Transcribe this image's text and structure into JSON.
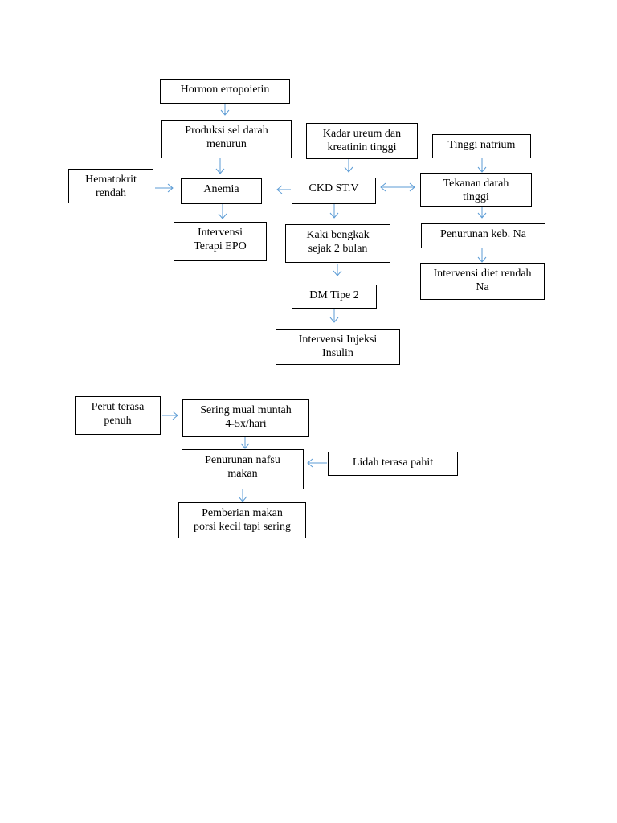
{
  "diagram": {
    "colors": {
      "arrow": "#5b9bd5",
      "box_border": "#000000",
      "text": "#000000"
    },
    "nodes": {
      "hormon": "Hormon ertopoietin",
      "produksi": "Produksi sel darah\nmenurun",
      "kadar": "Kadar ureum dan\nkreatinin tinggi",
      "tinggi_natrium": "Tinggi natrium",
      "hematokrit": "Hematokrit\nrendah",
      "anemia": "Anemia",
      "ckd": "CKD ST.V",
      "tekanan": "Tekanan darah\ntinggi",
      "terapi_epo": "Intervensi\nTerapi EPO",
      "kaki": "Kaki bengkak\nsejak 2 bulan",
      "penurunan_na": "Penurunan keb. Na",
      "diet": "Intervensi diet rendah\nNa",
      "dm": "DM Tipe 2",
      "insulin": "Intervensi Injeksi\nInsulin",
      "perut": "Perut terasa\npenuh",
      "mual": "Sering mual muntah\n4-5x/hari",
      "nafsu": "Penurunan nafsu\nmakan",
      "lidah": "Lidah terasa pahit",
      "pemberian": "Pemberian makan\nporsi kecil tapi sering"
    }
  }
}
